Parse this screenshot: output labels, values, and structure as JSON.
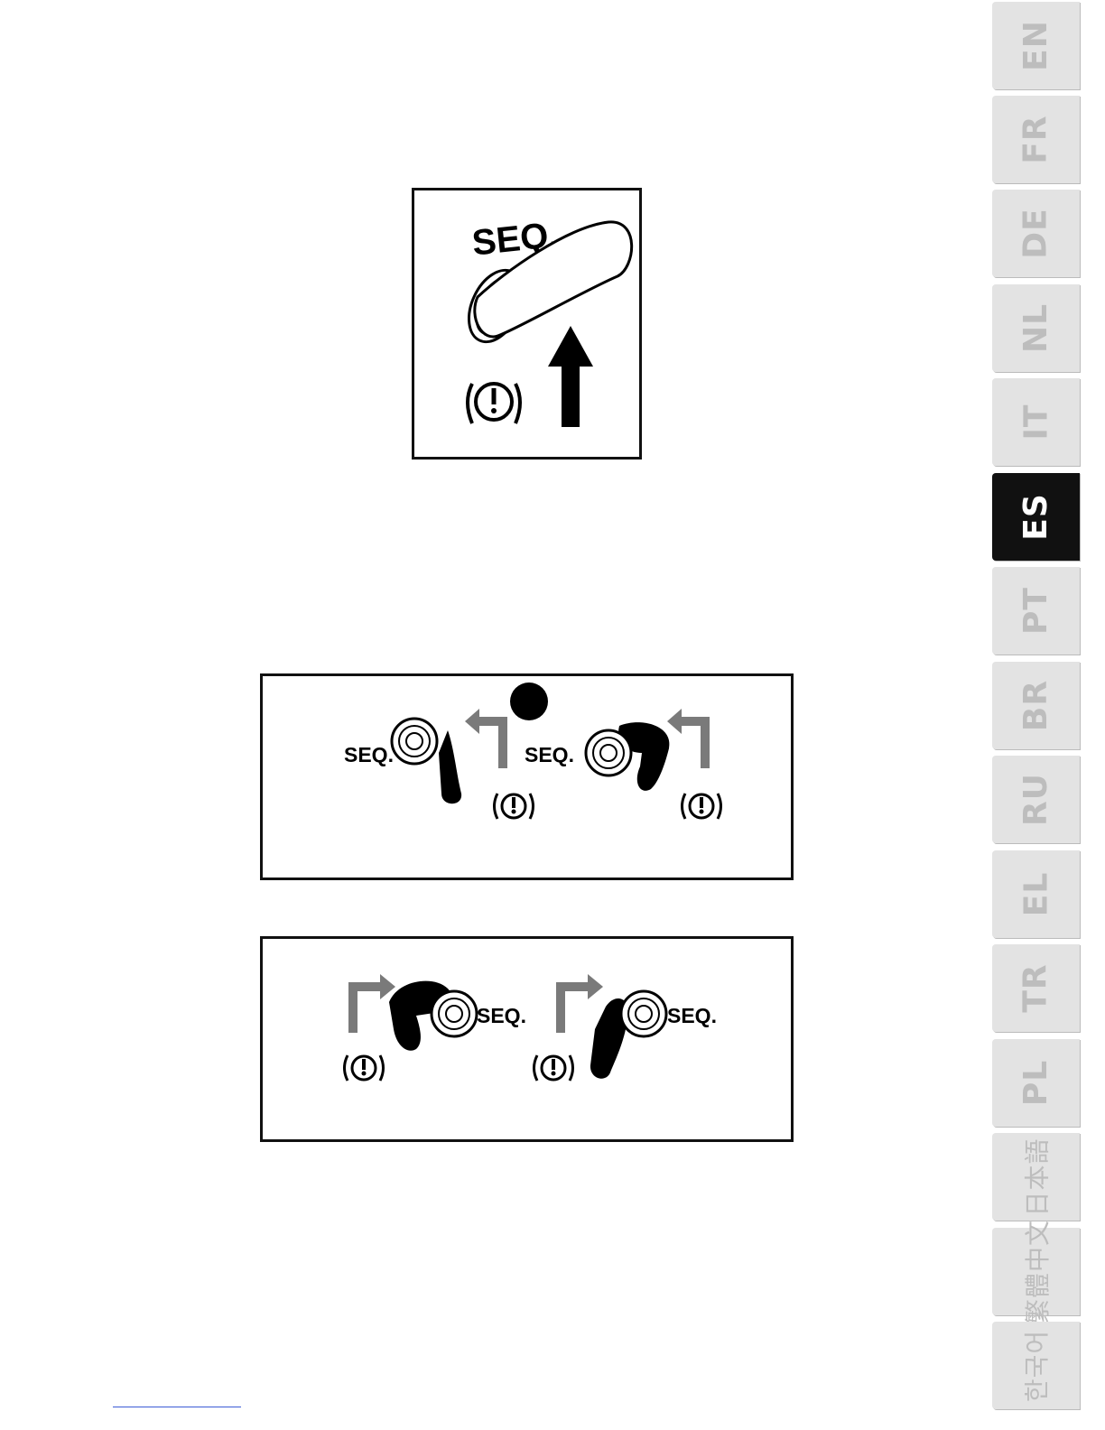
{
  "figure1": {
    "label": "SEQ."
  },
  "figure2": {
    "left": {
      "label": "SEQ."
    },
    "right": {
      "label": "SEQ."
    }
  },
  "figure3": {
    "left": {
      "label": "SEQ."
    },
    "right": {
      "label": "SEQ."
    }
  },
  "warning_symbol": "(!)",
  "languages": [
    {
      "code": "EN",
      "active": false
    },
    {
      "code": "FR",
      "active": false
    },
    {
      "code": "DE",
      "active": false
    },
    {
      "code": "NL",
      "active": false
    },
    {
      "code": "IT",
      "active": false
    },
    {
      "code": "ES",
      "active": true
    },
    {
      "code": "PT",
      "active": false
    },
    {
      "code": "BR",
      "active": false
    },
    {
      "code": "RU",
      "active": false
    },
    {
      "code": "EL",
      "active": false
    },
    {
      "code": "TR",
      "active": false
    },
    {
      "code": "PL",
      "active": false
    },
    {
      "code": "日本語",
      "active": false
    },
    {
      "code": "繁體中文",
      "active": false
    },
    {
      "code": "한국어",
      "active": false
    }
  ],
  "colors": {
    "active_tab": "#111111",
    "inactive_tab": "#e3e3e3",
    "inactive_text": "#bdbdbd",
    "arrow_gray": "#7a7a7a"
  }
}
